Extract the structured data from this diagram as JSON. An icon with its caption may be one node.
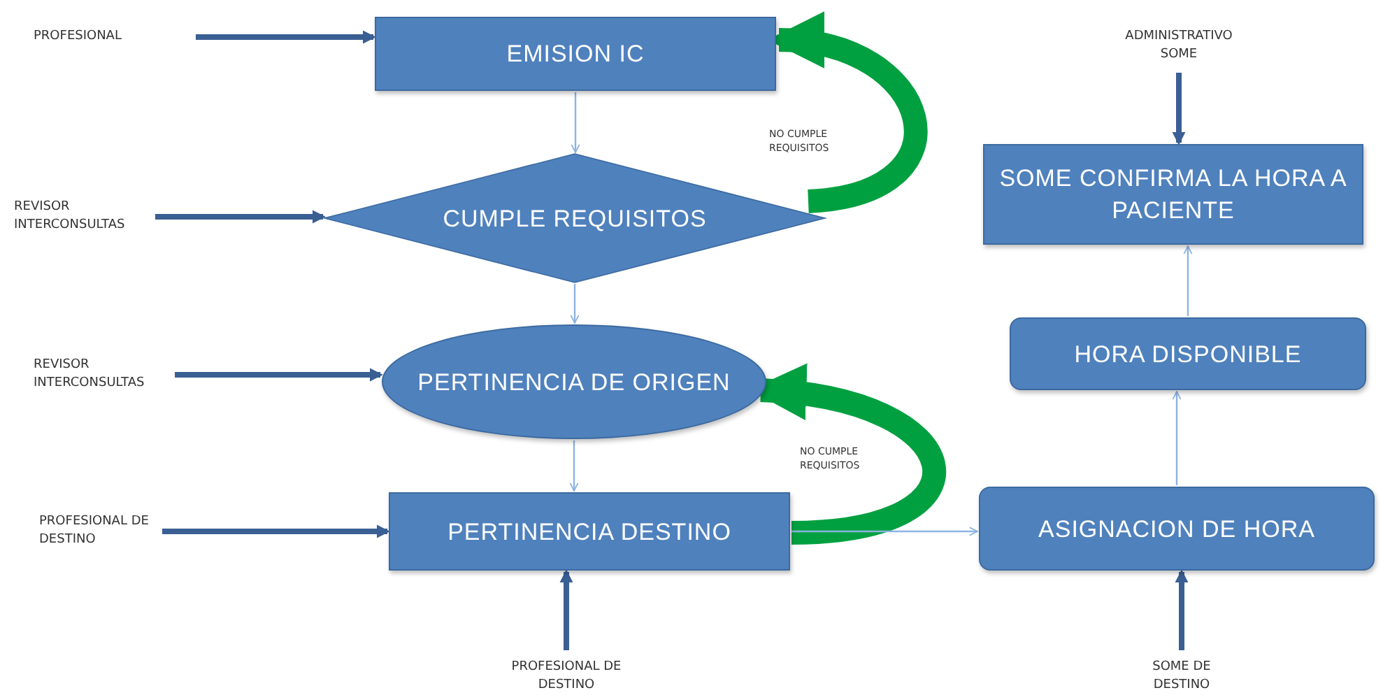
{
  "diagram": {
    "nodes": [
      {
        "text": [
          "PROFESIONAL"
        ]
      },
      {
        "text": [
          "EMISION IC"
        ]
      },
      {
        "text": [
          "ADMINISTRATIVO SOME"
        ]
      },
      {
        "text": [
          "REVISOR INTERCONSULTAS"
        ]
      },
      {
        "text": [
          "CUMPLE REQUISITOS"
        ]
      },
      {
        "text": [
          "SOME CONFIRMA LA HORA A PACIENTE"
        ]
      },
      {
        "text": [
          "REVISOR INTERCONSULTAS"
        ]
      },
      {
        "text": [
          "PERTINENCIA DE ORIGEN"
        ]
      },
      {
        "text": [
          "HORA DISPONIBLE"
        ]
      },
      {
        "text": [
          "PROFESIONAL DE DESTINO"
        ]
      },
      {
        "text": [
          "PERTINENCIA DESTINO"
        ]
      },
      {
        "text": [
          "ASIGNACION DE HORA"
        ]
      },
      {
        "text": [
          "PROFESIONAL DE DESTINO"
        ]
      },
      {
        "text": [
          "SOME DE DESTINO"
        ]
      }
    ],
    "edges": [
      {
        "from": 0,
        "to": 1,
        "arrow": "to"
      },
      {
        "from": 1,
        "to": 4,
        "arrow": "to",
        "color": "#8db3e2"
      },
      {
        "from": 4,
        "to": 1,
        "arrow": "to",
        "style": "thick",
        "color": "#00a040",
        "label": "NO CUMPLE REQUISITOS"
      },
      {
        "from": 2,
        "to": 5,
        "arrow": "to"
      },
      {
        "from": 3,
        "to": 4,
        "arrow": "to"
      },
      {
        "from": 4,
        "to": 7,
        "arrow": "to",
        "color": "#8db3e2"
      },
      {
        "from": 8,
        "to": 5,
        "arrow": "to",
        "color": "#8db3e2"
      },
      {
        "from": 6,
        "to": 7,
        "arrow": "to"
      },
      {
        "from": 7,
        "to": 10,
        "arrow": "to",
        "color": "#8db3e2"
      },
      {
        "from": 10,
        "to": 7,
        "arrow": "to",
        "style": "thick",
        "color": "#00a040",
        "label": "NO CUMPLE REQUISITOS"
      },
      {
        "from": 11,
        "to": 8,
        "arrow": "to",
        "color": "#8db3e2"
      },
      {
        "from": 9,
        "to": 10,
        "arrow": "to"
      },
      {
        "from": 10,
        "to": 11,
        "arrow": "to",
        "color": "#8db3e2"
      },
      {
        "from": 12,
        "to": 10,
        "arrow": "to"
      },
      {
        "from": 13,
        "to": 11,
        "arrow": "to"
      }
    ]
  }
}
